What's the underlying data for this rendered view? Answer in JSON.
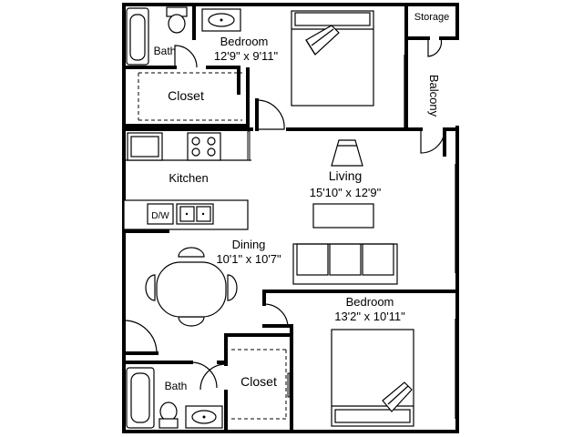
{
  "rooms": {
    "bedroom_top": {
      "name": "Bedroom",
      "size": "12'9\" x 9'11\""
    },
    "storage": {
      "name": "Storage"
    },
    "bath_top": {
      "name": "Bath"
    },
    "closet_top": {
      "name": "Closet"
    },
    "balcony": {
      "name": "Balcony"
    },
    "kitchen": {
      "name": "Kitchen"
    },
    "dishwasher": {
      "name": "D/W"
    },
    "living": {
      "name": "Living",
      "size": "15'10\" x 12'9\""
    },
    "dining": {
      "name": "Dining",
      "size": "10'1\" x 10'7\""
    },
    "bedroom_bottom": {
      "name": "Bedroom",
      "size": "13'2\" x 10'11\""
    },
    "bath_bottom": {
      "name": "Bath"
    },
    "closet_bottom": {
      "name": "Closet"
    }
  }
}
